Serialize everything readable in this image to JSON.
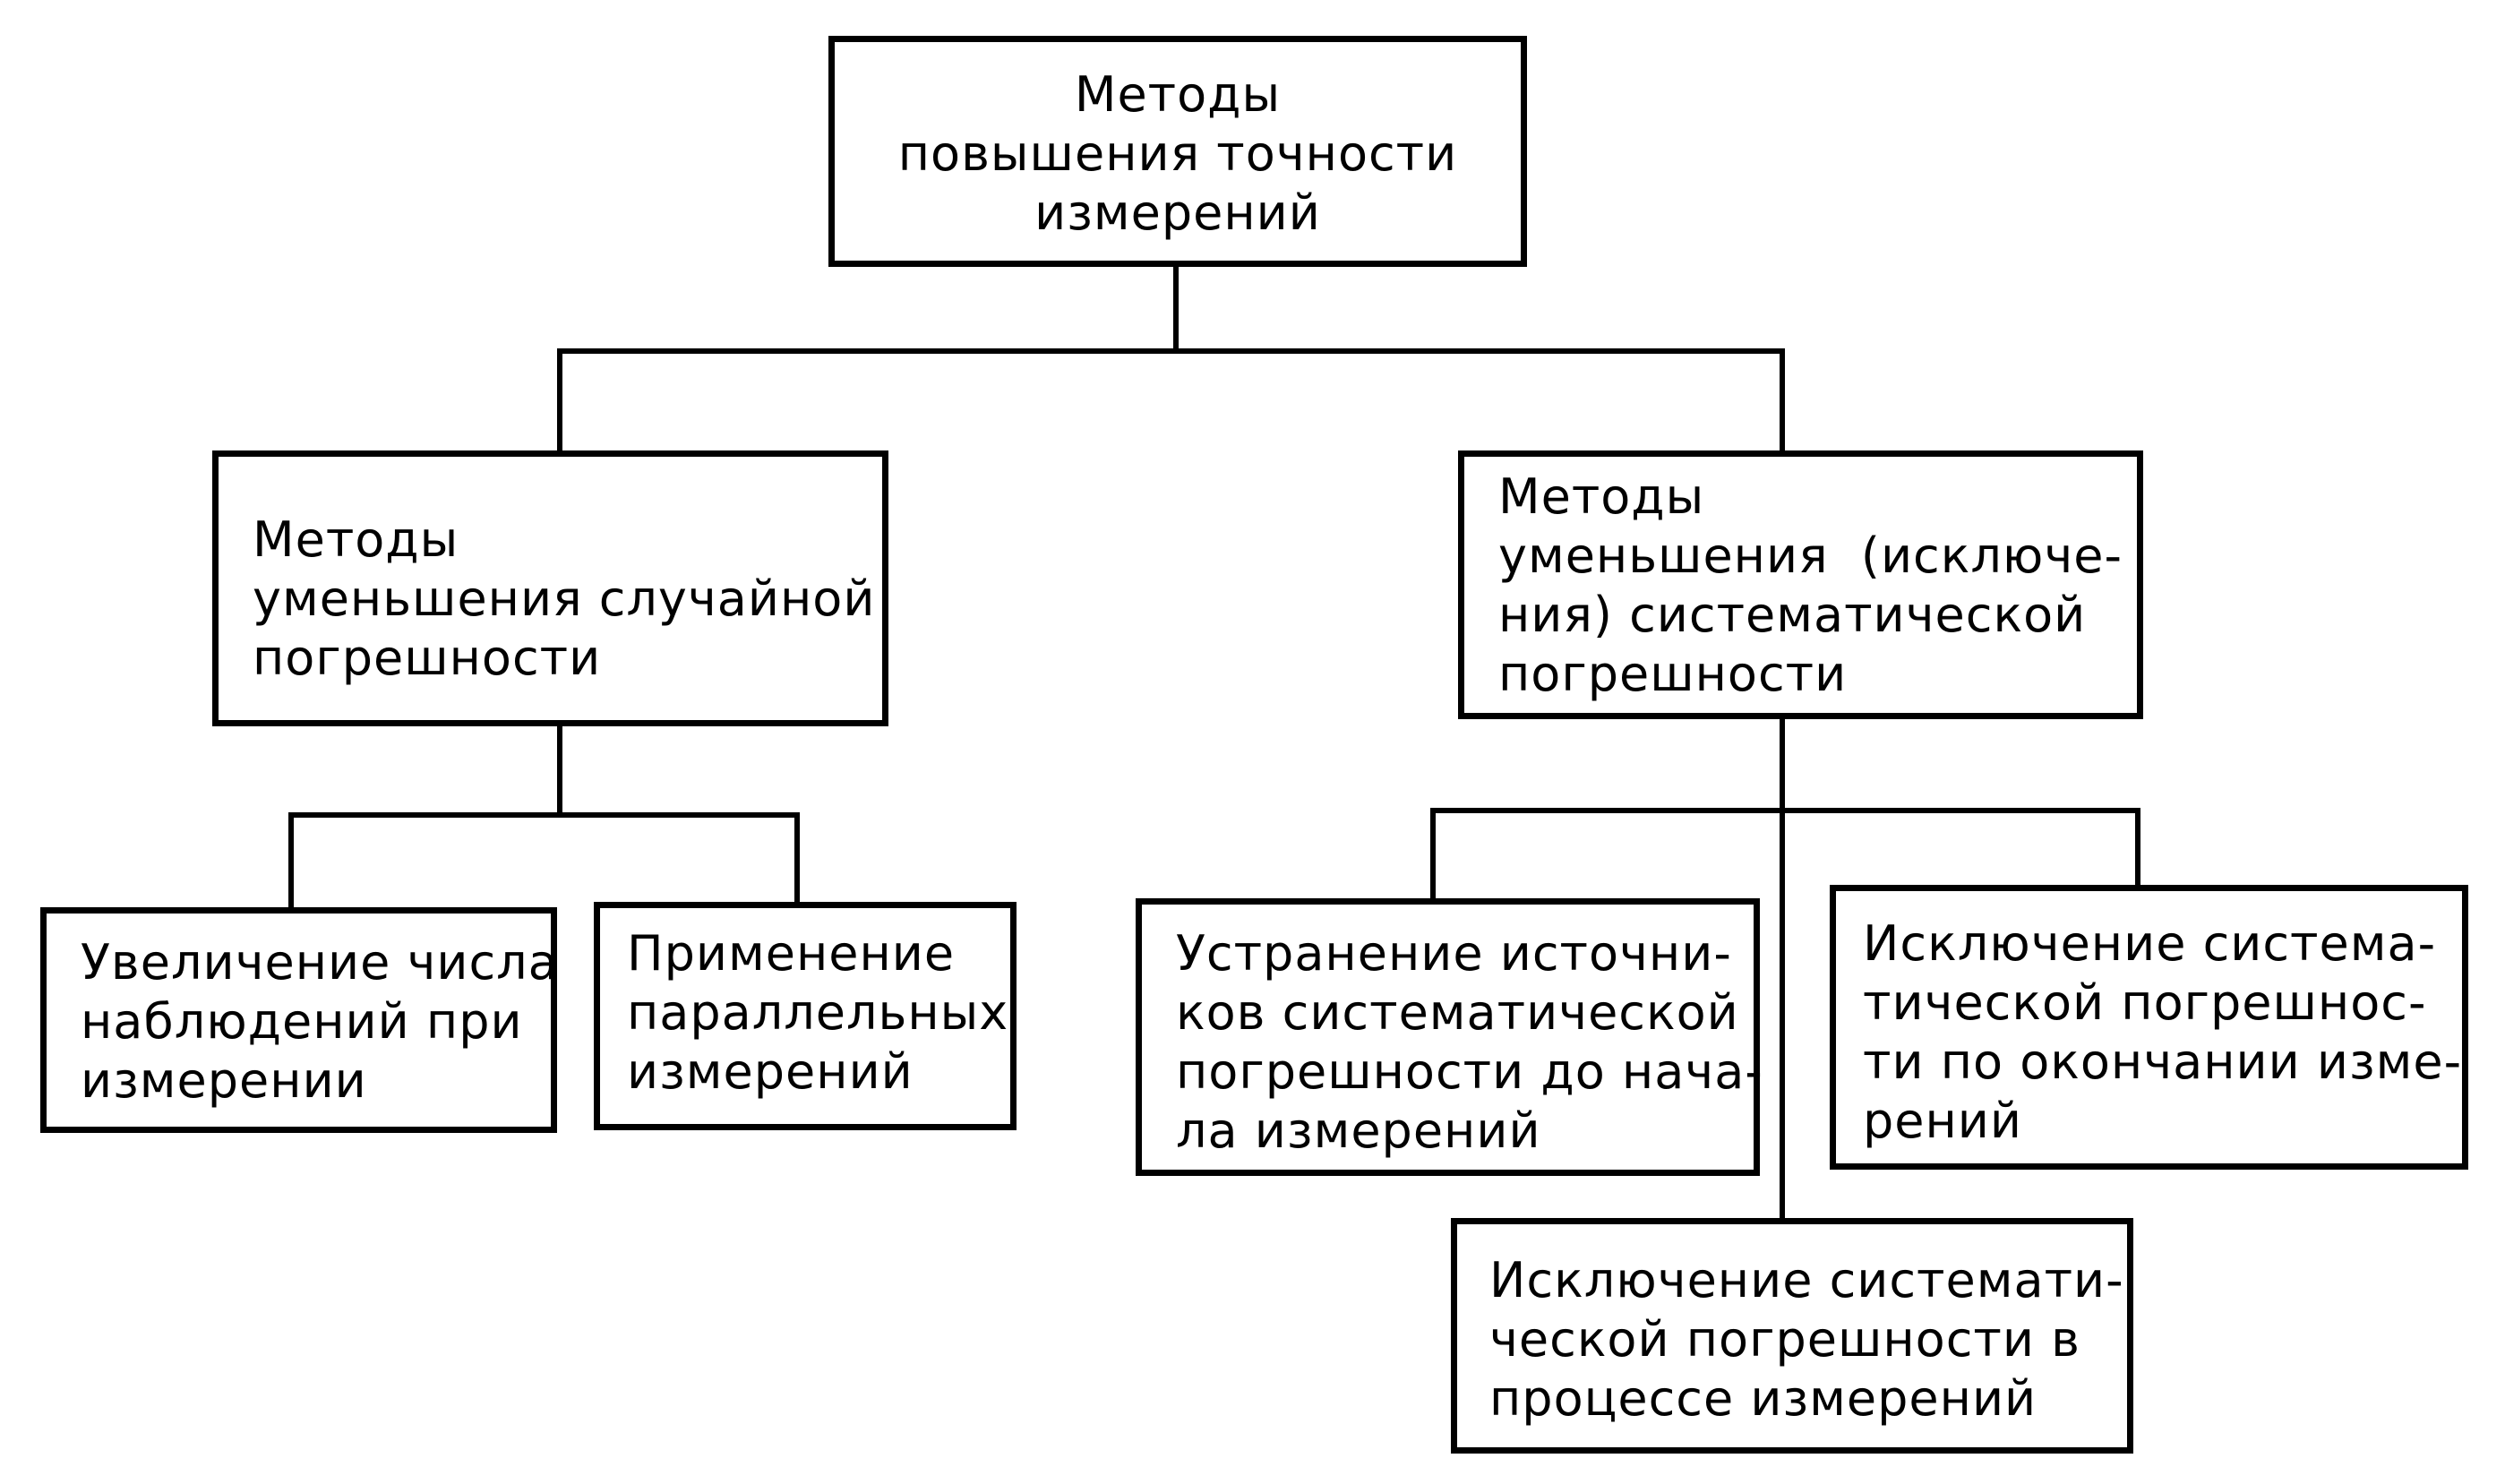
{
  "diagram": {
    "root": {
      "lines": [
        "Методы",
        "повышения точности",
        "измерений"
      ]
    },
    "random_methods": {
      "lines": [
        "Методы",
        "уменьшения случайной",
        "погрешности"
      ]
    },
    "systematic_methods": {
      "lines": [
        "Методы",
        "уменьшения  (исключе-",
        "ния) систематической",
        "погрешности"
      ]
    },
    "increase_observations": {
      "lines": [
        "Увеличение числа",
        "наблюдений при",
        "измерении"
      ]
    },
    "parallel_measurements": {
      "lines": [
        "Применение",
        "параллельных",
        "измерений"
      ]
    },
    "eliminate_sources": {
      "lines": [
        "Устранение источни-",
        "ков систематической",
        "погрешности до нача-",
        "ла измерений"
      ]
    },
    "exclude_after": {
      "lines": [
        "Исключение система-",
        "тической погрешнос-",
        "ти по окончании изме-",
        "рений"
      ]
    },
    "exclude_during": {
      "lines": [
        "Исключение системати-",
        "ческой погрешности в",
        "процессе измерений"
      ]
    }
  }
}
